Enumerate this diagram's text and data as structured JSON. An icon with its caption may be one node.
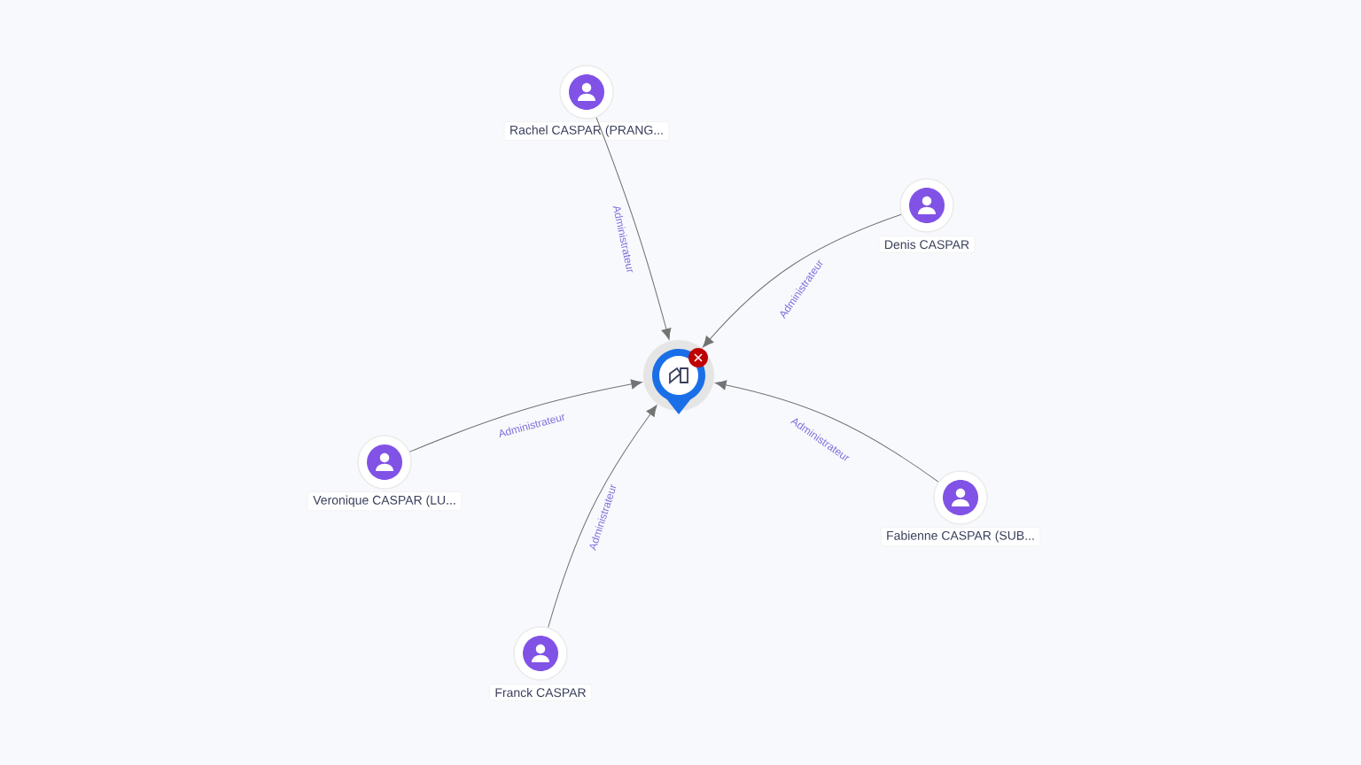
{
  "diagram": {
    "nodes": [
      {
        "text": [
          "Rachel CASPAR (PRANG..."
        ]
      },
      {
        "text": [
          "Denis CASPAR"
        ]
      },
      {
        "text": [],
        "shape": "pin"
      },
      {
        "text": [
          "Veronique CASPAR (LU..."
        ]
      },
      {
        "text": [
          "Fabienne CASPAR (SUB..."
        ]
      },
      {
        "text": [
          "Franck CASPAR"
        ]
      }
    ],
    "edges": [
      {
        "from": 0,
        "to": 2,
        "arrow": "to",
        "label": "Administrateur"
      },
      {
        "from": 1,
        "to": 2,
        "arrow": "to",
        "label": "Administrateur"
      },
      {
        "from": 3,
        "to": 2,
        "arrow": "to",
        "label": "Administrateur"
      },
      {
        "from": 4,
        "to": 2,
        "arrow": "to",
        "label": "Administrateur"
      },
      {
        "from": 5,
        "to": 2,
        "arrow": "to",
        "label": "Administrateur"
      }
    ]
  }
}
